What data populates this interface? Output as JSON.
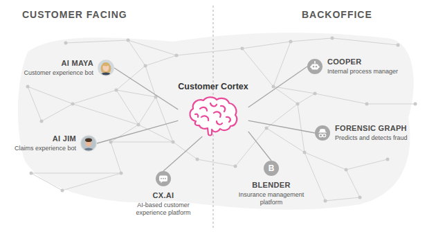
{
  "diagram": {
    "nodes": [
      {
        "text": [
          "AI MAYA",
          "Customer experience bot"
        ]
      },
      {
        "text": [
          "AI JIM",
          "Claims experience bot"
        ]
      },
      {
        "text": [
          "CX.AI",
          "AI-based customer experience platform"
        ]
      },
      {
        "text": [
          "Customer Cortex"
        ]
      },
      {
        "text": [
          "COOPER",
          "Internal process manager"
        ]
      },
      {
        "text": [
          "FORENSIC GRAPH",
          "Predicts and detects fraud"
        ]
      },
      {
        "text": [
          "BLENDER",
          "Insurance management platform"
        ]
      }
    ],
    "edges": [
      {
        "from": 0,
        "to": 3,
        "arrow": "none"
      },
      {
        "from": 1,
        "to": 3,
        "arrow": "none"
      },
      {
        "from": 2,
        "to": 3,
        "arrow": "none"
      },
      {
        "from": 3,
        "to": 4,
        "arrow": "none"
      },
      {
        "from": 3,
        "to": 5,
        "arrow": "none"
      },
      {
        "from": 3,
        "to": 6,
        "arrow": "none"
      }
    ],
    "labels": [
      "CUSTOMER FACING",
      "BACKOFFICE",
      "B"
    ]
  }
}
